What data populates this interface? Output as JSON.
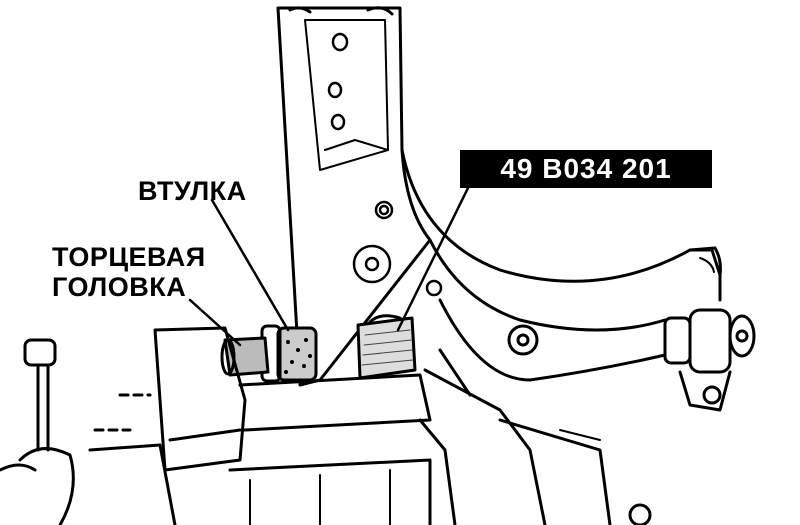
{
  "labels": {
    "bushing": "ВТУЛКА",
    "socket_line1": "ТОРЦЕВАЯ",
    "socket_line2": "ГОЛОВКА",
    "tool_code": "49 B034 201"
  },
  "colors": {
    "ink": "#000000",
    "paper": "#ffffff",
    "code_box_background": "#000000",
    "code_box_text": "#ffffff"
  }
}
